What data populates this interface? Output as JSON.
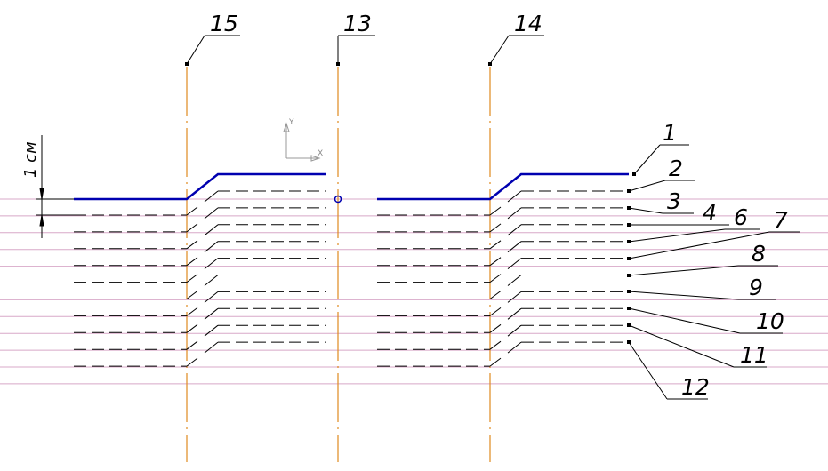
{
  "dimension": {
    "text": "1 см"
  },
  "axes_icon": {
    "x": "X",
    "y": "Y"
  },
  "axis_labels": [
    "15",
    "13",
    "14"
  ],
  "callouts": [
    "1",
    "2",
    "3",
    "4",
    "6",
    "7",
    "8",
    "9",
    "10",
    "11",
    "12"
  ],
  "layer_count": 10,
  "colors": {
    "profile": "#0000b0",
    "axis": "#e08a1e",
    "grid": "#d8a8c8",
    "line": "#000000"
  }
}
